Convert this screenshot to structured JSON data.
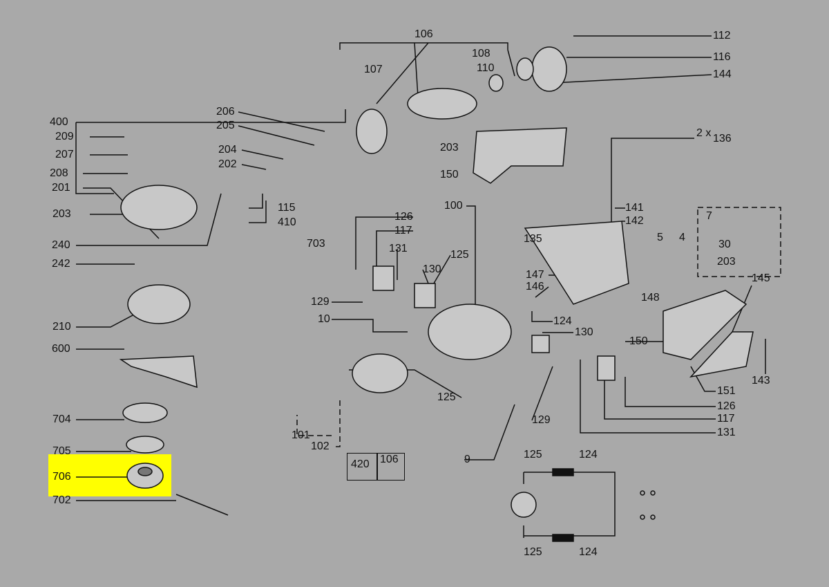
{
  "highlight_color": "#ffff00",
  "highlighted_part": "706",
  "labels": [
    "106",
    "112",
    "108",
    "116",
    "110",
    "107",
    "144",
    "206",
    "205",
    "400",
    "209",
    "203",
    "2 x",
    "136",
    "207",
    "204",
    "202",
    "150",
    "208",
    "201",
    "115",
    "203",
    "100",
    "141",
    "410",
    "126",
    "142",
    "7",
    "117",
    "135",
    "5",
    "4",
    "30",
    "240",
    "703",
    "131",
    "125",
    "242",
    "203",
    "130",
    "147",
    "145",
    "146",
    "148",
    "129",
    "10",
    "124",
    "210",
    "130",
    "150",
    "600",
    "143",
    "151",
    "125",
    "126",
    "704",
    "117",
    "129",
    "101",
    "131",
    "102",
    "125",
    "124",
    "705",
    "420",
    "106",
    "9",
    "706",
    "702",
    "125",
    "124"
  ]
}
